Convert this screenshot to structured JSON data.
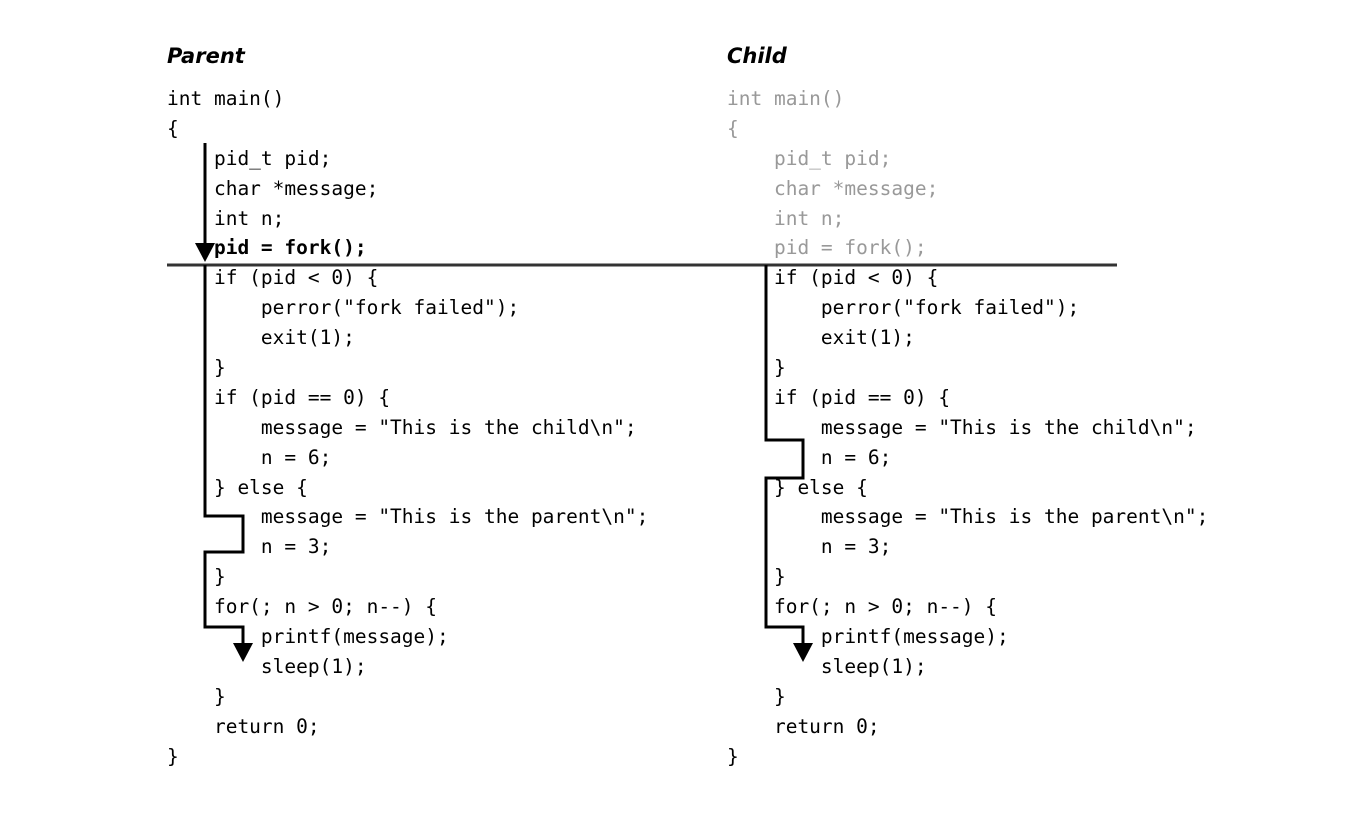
{
  "parent": {
    "title": "Parent",
    "lines": [
      {
        "text": "int main()",
        "style": "post"
      },
      {
        "text": "{",
        "style": "post"
      },
      {
        "text": "    pid_t pid;",
        "style": "post"
      },
      {
        "text": "    char *message;",
        "style": "post"
      },
      {
        "text": "    int n;",
        "style": "post"
      },
      {
        "text": "    pid = fork();",
        "style": "strong"
      },
      {
        "text": "    if (pid < 0) {",
        "style": "post"
      },
      {
        "text": "        perror(\"fork failed\");",
        "style": "post"
      },
      {
        "text": "        exit(1);",
        "style": "post"
      },
      {
        "text": "    }",
        "style": "post"
      },
      {
        "text": "    if (pid == 0) {",
        "style": "post"
      },
      {
        "text": "        message = \"This is the child\\n\";",
        "style": "post"
      },
      {
        "text": "        n = 6;",
        "style": "post"
      },
      {
        "text": "    } else {",
        "style": "post"
      },
      {
        "text": "        message = \"This is the parent\\n\";",
        "style": "post"
      },
      {
        "text": "        n = 3;",
        "style": "post"
      },
      {
        "text": "    }",
        "style": "post"
      },
      {
        "text": "    for(; n > 0; n--) {",
        "style": "post"
      },
      {
        "text": "        printf(message);",
        "style": "post"
      },
      {
        "text": "        sleep(1);",
        "style": "post"
      },
      {
        "text": "    }",
        "style": "post"
      },
      {
        "text": "    return 0;",
        "style": "post"
      },
      {
        "text": "}",
        "style": "post"
      }
    ]
  },
  "child": {
    "title": "Child",
    "lines": [
      {
        "text": "int main()",
        "style": "pre"
      },
      {
        "text": "{",
        "style": "pre"
      },
      {
        "text": "    pid_t pid;",
        "style": "pre"
      },
      {
        "text": "    char *message;",
        "style": "pre"
      },
      {
        "text": "    int n;",
        "style": "pre"
      },
      {
        "text": "    pid = fork();",
        "style": "pre"
      },
      {
        "text": "    if (pid < 0) {",
        "style": "post"
      },
      {
        "text": "        perror(\"fork failed\");",
        "style": "post"
      },
      {
        "text": "        exit(1);",
        "style": "post"
      },
      {
        "text": "    }",
        "style": "post"
      },
      {
        "text": "    if (pid == 0) {",
        "style": "post"
      },
      {
        "text": "        message = \"This is the child\\n\";",
        "style": "post"
      },
      {
        "text": "        n = 6;",
        "style": "post"
      },
      {
        "text": "    } else {",
        "style": "post"
      },
      {
        "text": "        message = \"This is the parent\\n\";",
        "style": "post"
      },
      {
        "text": "        n = 3;",
        "style": "post"
      },
      {
        "text": "    }",
        "style": "post"
      },
      {
        "text": "    for(; n > 0; n--) {",
        "style": "post"
      },
      {
        "text": "        printf(message);",
        "style": "post"
      },
      {
        "text": "        sleep(1);",
        "style": "post"
      },
      {
        "text": "    }",
        "style": "post"
      },
      {
        "text": "    return 0;",
        "style": "post"
      },
      {
        "text": "}",
        "style": "post"
      }
    ]
  },
  "colors": {
    "executed_text": "#000000",
    "skipped_text": "#999999",
    "flow_line": "#000000",
    "fork_line": "#333333"
  }
}
